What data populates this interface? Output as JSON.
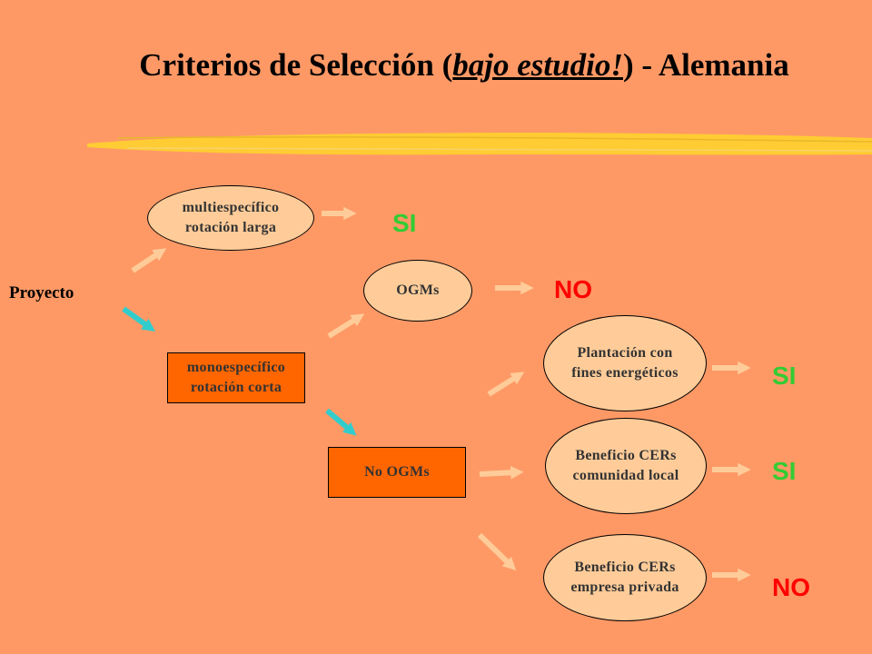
{
  "title": {
    "prefix": "Criterios de Selección (",
    "underlined": "bajo estudio!",
    "suffix": ") - Alemania"
  },
  "colors": {
    "background": "#fe9966",
    "highlight": "#ffcc33",
    "ellipse_fill": "#ffcc99",
    "box_fill": "#ff6600",
    "arrow_light": "#ffcc99",
    "arrow_accent": "#33cccc",
    "yes": "#33cc33",
    "no": "#ff0000"
  },
  "nodes": {
    "proyecto": "Proyecto",
    "multi": [
      "multiespecífico",
      "rotación larga"
    ],
    "mono": [
      "monoespecífico",
      "rotación corta"
    ],
    "ogms": "OGMs",
    "no_ogms": "No OGMs",
    "plantacion": [
      "Plantación con",
      "fines energéticos"
    ],
    "comunidad": [
      "Beneficio CERs",
      "comunidad local"
    ],
    "privada": [
      "Beneficio CERs",
      "empresa privada"
    ]
  },
  "answers": {
    "multi": "SI",
    "ogms": "NO",
    "plantacion": "SI",
    "comunidad": "SI",
    "privada": "NO"
  }
}
